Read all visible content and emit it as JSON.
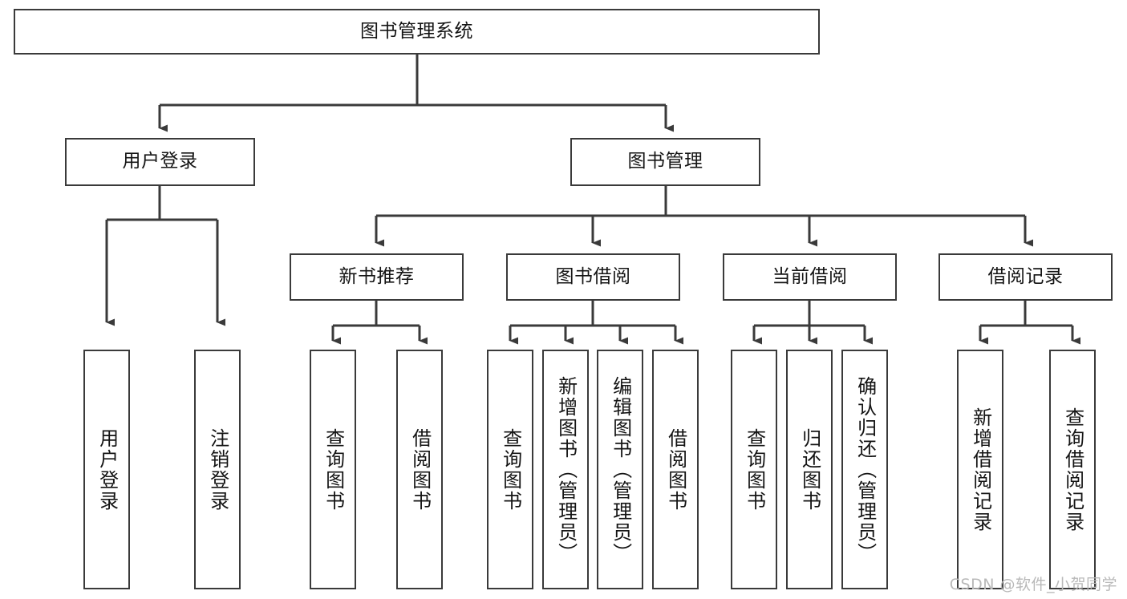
{
  "diagram": {
    "title": "图书管理系统",
    "type": "hierarchy-tree",
    "orientation": "top-down",
    "line_color": "#3a3a3a",
    "box_fill": "#ffffff",
    "text_color": "#141414",
    "levels": [
      {
        "level": 1,
        "nodes": [
          {
            "id": "root",
            "label": "图书管理系统",
            "orientation": "horizontal"
          }
        ]
      },
      {
        "level": 2,
        "nodes": [
          {
            "id": "login",
            "label": "用户登录",
            "orientation": "horizontal",
            "parent": "root"
          },
          {
            "id": "bookmgmt",
            "label": "图书管理",
            "orientation": "horizontal",
            "parent": "root"
          }
        ]
      },
      {
        "level": 3,
        "nodes": [
          {
            "id": "newbook",
            "label": "新书推荐",
            "orientation": "horizontal",
            "parent": "bookmgmt"
          },
          {
            "id": "borrow",
            "label": "图书借阅",
            "orientation": "horizontal",
            "parent": "bookmgmt"
          },
          {
            "id": "current",
            "label": "当前借阅",
            "orientation": "horizontal",
            "parent": "bookmgmt"
          },
          {
            "id": "records",
            "label": "借阅记录",
            "orientation": "horizontal",
            "parent": "bookmgmt"
          }
        ]
      },
      {
        "level": 4,
        "nodes": [
          {
            "id": "leaf-1",
            "label": "用户登录",
            "orientation": "vertical",
            "parent": "login"
          },
          {
            "id": "leaf-2",
            "label": "注销登录",
            "orientation": "vertical",
            "parent": "login"
          },
          {
            "id": "leaf-3",
            "label": "查询图书",
            "orientation": "vertical",
            "parent": "newbook"
          },
          {
            "id": "leaf-4",
            "label": "借阅图书",
            "orientation": "vertical",
            "parent": "newbook"
          },
          {
            "id": "leaf-5",
            "label": "查询图书",
            "orientation": "vertical",
            "parent": "borrow"
          },
          {
            "id": "leaf-6",
            "label": "新增图书（管理员）",
            "orientation": "vertical",
            "parent": "borrow"
          },
          {
            "id": "leaf-7",
            "label": "编辑图书（管理员）",
            "orientation": "vertical",
            "parent": "borrow"
          },
          {
            "id": "leaf-8",
            "label": "借阅图书",
            "orientation": "vertical",
            "parent": "borrow"
          },
          {
            "id": "leaf-9",
            "label": "查询图书",
            "orientation": "vertical",
            "parent": "current"
          },
          {
            "id": "leaf-10",
            "label": "归还图书",
            "orientation": "vertical",
            "parent": "current"
          },
          {
            "id": "leaf-11",
            "label": "确认归还（管理员）",
            "orientation": "vertical",
            "parent": "current"
          },
          {
            "id": "leaf-12",
            "label": "新增借阅记录",
            "orientation": "vertical",
            "parent": "records"
          },
          {
            "id": "leaf-13",
            "label": "查询借阅记录",
            "orientation": "vertical",
            "parent": "records"
          }
        ]
      }
    ]
  },
  "watermark": {
    "text": "CSDN @软件_小贺同学"
  }
}
